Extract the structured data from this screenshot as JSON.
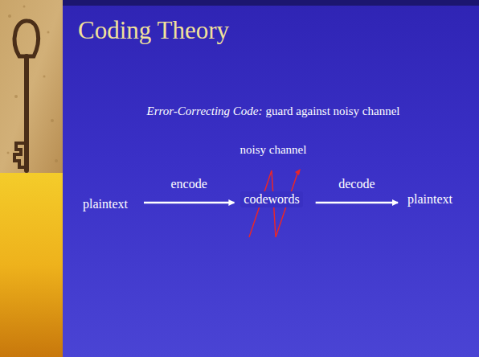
{
  "diagram": {
    "title": "Coding Theory",
    "nodes": [
      {
        "text": [
          "plaintext"
        ]
      },
      {
        "text": [
          "codewords"
        ]
      },
      {
        "text": [
          "plaintext"
        ]
      }
    ],
    "edges": [
      {
        "from": 0,
        "to": 1,
        "arrow": "to",
        "label": "encode"
      },
      {
        "from": 1,
        "to": 2,
        "arrow": "to",
        "label": "decode"
      }
    ],
    "labels": [
      "Error-Correcting Code:",
      "guard against noisy channel",
      "noisy channel"
    ]
  }
}
